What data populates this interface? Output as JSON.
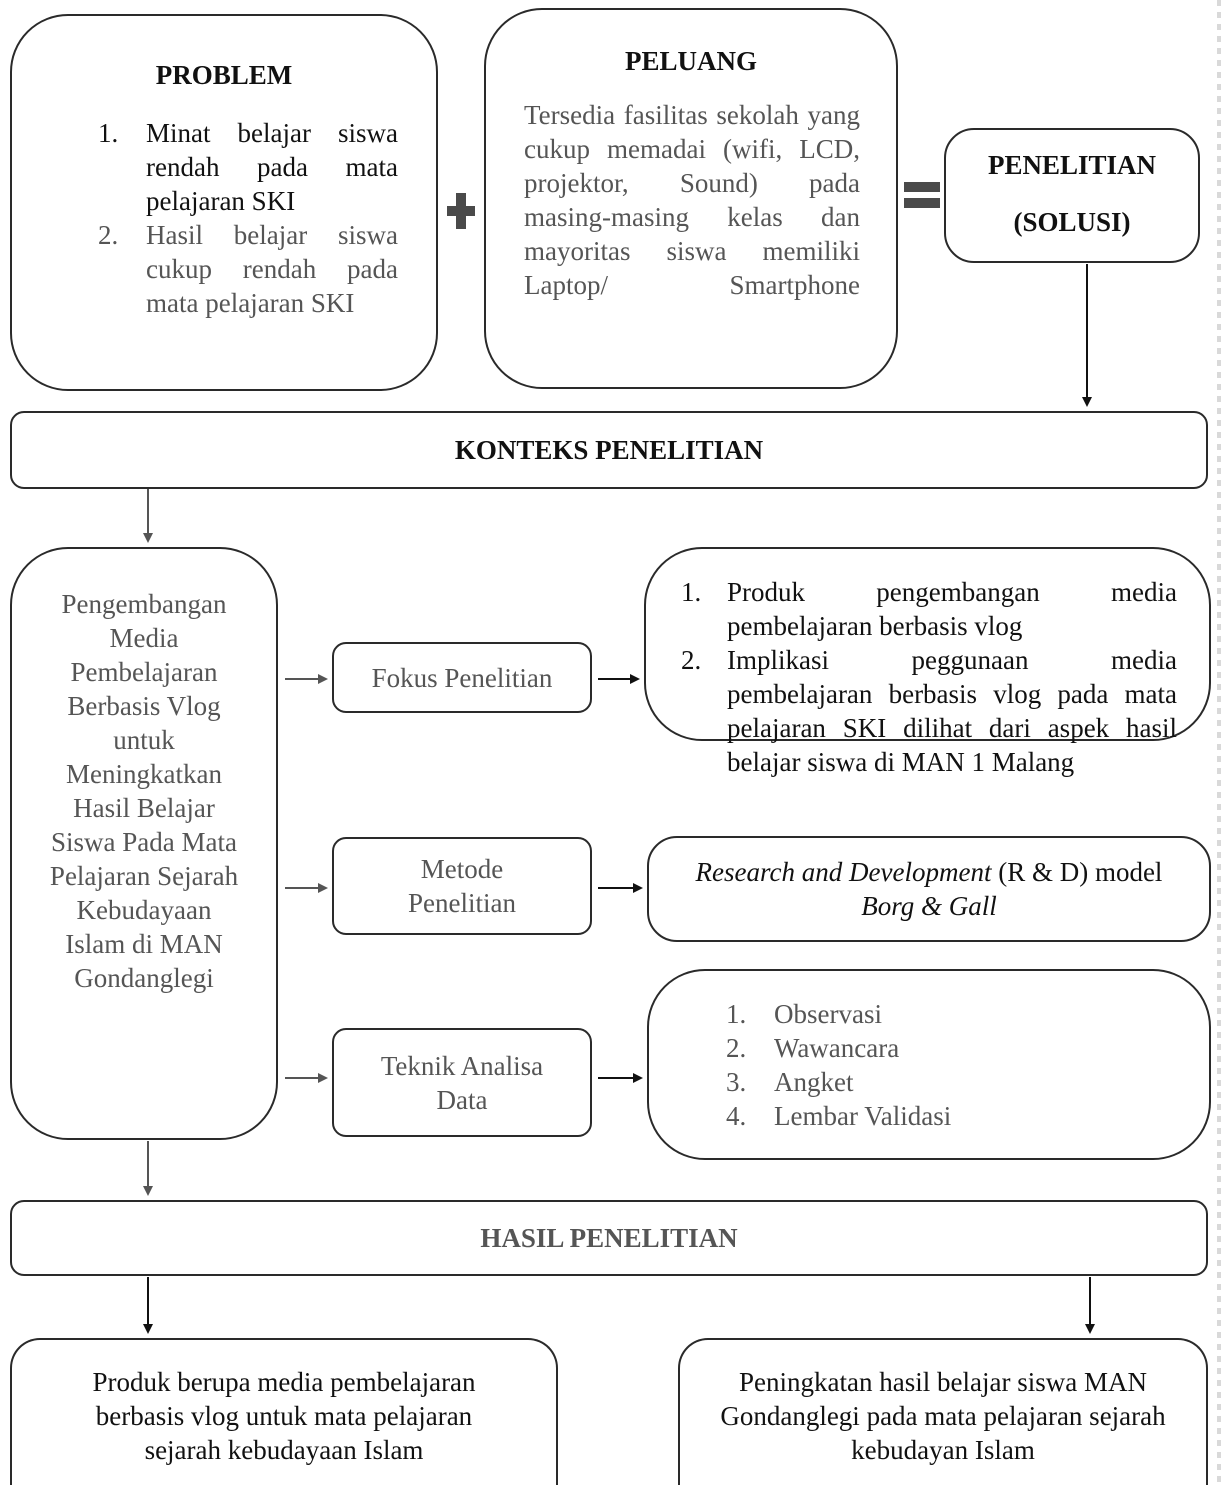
{
  "problem": {
    "title": "PROBLEM",
    "items": [
      {
        "num": "1.",
        "text": "Minat belajar siswa rendah pada mata pelajaran SKI"
      },
      {
        "num": "2.",
        "text": "Hasil belajar siswa cukup rendah pada mata pelajaran SKI"
      }
    ]
  },
  "plus_icon": "plus-icon",
  "peluang": {
    "title": "PELUANG",
    "text": "Tersedia fasilitas sekolah yang cukup memadai (wifi, LCD, projektor, Sound) pada masing-masing kelas dan mayoritas siswa memiliki Laptop/ Smartphone"
  },
  "equals_icon": "equals-icon",
  "penelitian": {
    "line1": "PENELITIAN",
    "line2": "(SOLUSI)"
  },
  "konteks": {
    "title": "KONTEKS PENELITIAN"
  },
  "judul": {
    "text": "Pengembangan Media Pembelajaran Berbasis Vlog untuk Meningkatkan Hasil Belajar Siswa Pada Mata Pelajaran Sejarah Kebudayaan Islam di MAN Gondanglegi"
  },
  "fokus": {
    "label": "Fokus Penelitian",
    "items": [
      {
        "num": "1.",
        "text": "Produk pengembangan media pembelajaran berbasis vlog"
      },
      {
        "num": "2.",
        "text": "Implikasi peggunaan media pembelajaran berbasis vlog pada mata pelajaran SKI dilihat dari aspek hasil belajar siswa di MAN 1 Malang"
      }
    ]
  },
  "metode": {
    "label": "Metode Penelitian",
    "text_italic_1": "Research and Development",
    "text_plain": " (R & D) model",
    "text_italic_2": "Borg & Gall"
  },
  "teknik": {
    "label": "Teknik Analisa Data",
    "items": [
      {
        "num": "1.",
        "text": "Observasi"
      },
      {
        "num": "2.",
        "text": "Wawancara"
      },
      {
        "num": "3.",
        "text": "Angket"
      },
      {
        "num": "4.",
        "text": "Lembar Validasi"
      }
    ]
  },
  "hasil": {
    "title": "HASIL PENELITIAN"
  },
  "output_left": {
    "text": "Produk berupa media pembelajaran berbasis vlog untuk mata pelajaran sejarah kebudayaan Islam"
  },
  "output_right": {
    "text": "Peningkatan hasil belajar siswa MAN Gondanglegi pada mata pelajaran sejarah kebudayan Islam"
  }
}
